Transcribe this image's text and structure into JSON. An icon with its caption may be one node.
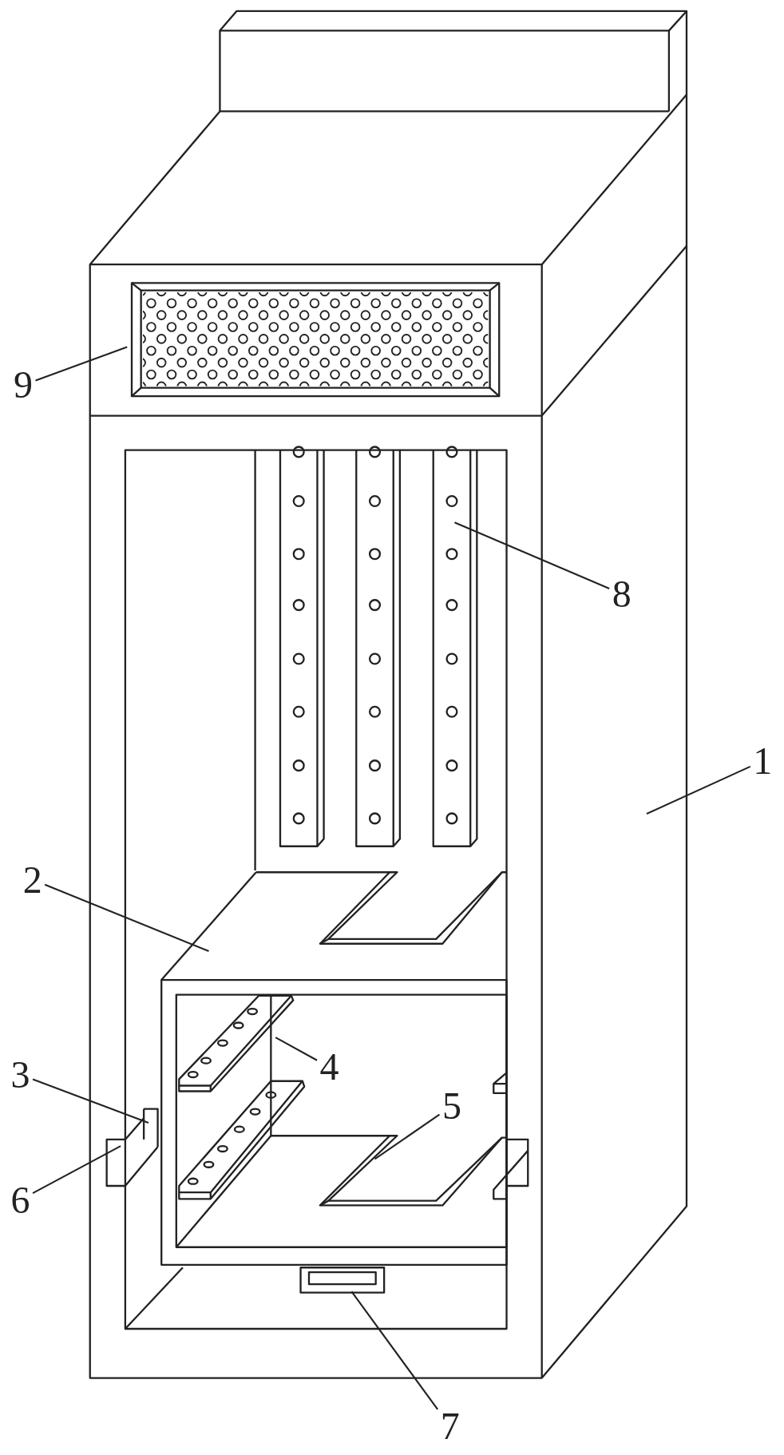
{
  "diagram": {
    "nodes": [
      {
        "text": [
          "9"
        ]
      },
      {
        "text": [
          "8"
        ]
      },
      {
        "text": [
          "1"
        ]
      },
      {
        "text": [
          "2"
        ]
      },
      {
        "text": [
          "4"
        ]
      },
      {
        "text": [
          "3"
        ]
      },
      {
        "text": [
          "5"
        ]
      },
      {
        "text": [
          "6"
        ]
      },
      {
        "text": [
          "7"
        ]
      }
    ],
    "edges": [
      {
        "from": 0,
        "to": null,
        "arrow": "none"
      },
      {
        "from": 1,
        "to": null,
        "arrow": "none"
      },
      {
        "from": 2,
        "to": null,
        "arrow": "none"
      },
      {
        "from": 3,
        "to": null,
        "arrow": "none"
      },
      {
        "from": 4,
        "to": null,
        "arrow": "none"
      },
      {
        "from": 5,
        "to": null,
        "arrow": "none"
      },
      {
        "from": 6,
        "to": null,
        "arrow": "none"
      },
      {
        "from": 7,
        "to": null,
        "arrow": "none"
      },
      {
        "from": 8,
        "to": null,
        "arrow": "none"
      }
    ]
  }
}
